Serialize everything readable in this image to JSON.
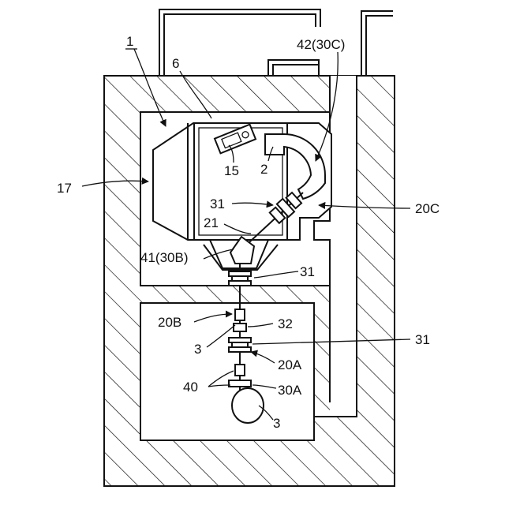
{
  "labels": {
    "ref_1": "1",
    "ref_6": "6",
    "ref_42": "42(30C)",
    "ref_17": "17",
    "ref_15": "15",
    "ref_2": "2",
    "ref_20c": "20C",
    "ref_31_upper": "31",
    "ref_21": "21",
    "ref_41": "41(30B)",
    "ref_31_mid": "31",
    "ref_20b": "20B",
    "ref_32": "32",
    "ref_3_upper": "3",
    "ref_31_right": "31",
    "ref_20a": "20A",
    "ref_40": "40",
    "ref_30a": "30A",
    "ref_3_lower": "3"
  }
}
